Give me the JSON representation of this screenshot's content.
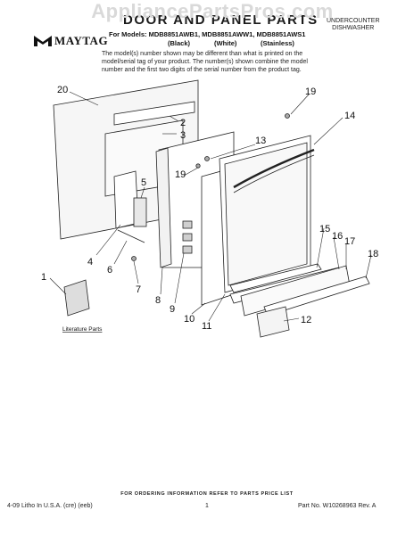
{
  "header": {
    "watermark": "AppliancePartsPros.com",
    "title": "DOOR AND PANEL PARTS",
    "category_line1": "UNDERCOUNTER",
    "category_line2": "DISHWASHER",
    "brand": "MAYTAG",
    "models": "For Models: MDB8851AWB1, MDB8851AWW1, MDB8851AWS1",
    "variants": [
      "(Black)",
      "(White)",
      "(Stainless)"
    ],
    "note": "The model(s) number shown may be different than what is printed on the model/serial tag of your product. The number(s) shown combine the model number and the first two digits of the serial number from the product tag."
  },
  "diagram": {
    "literature_label": "Literature Parts",
    "part_labels": [
      "1",
      "2",
      "3",
      "4",
      "5",
      "6",
      "7",
      "8",
      "9",
      "10",
      "11",
      "12",
      "13",
      "14",
      "15",
      "16",
      "17",
      "18",
      "19",
      "19",
      "20"
    ]
  },
  "footer": {
    "instructions": "FOR ORDERING INFORMATION REFER TO PARTS PRICE LIST",
    "litho": "4-09 Litho In U.S.A. (cre) (eeb)",
    "page": "1",
    "part_no": "Part No. W10268963 Rev. A"
  }
}
